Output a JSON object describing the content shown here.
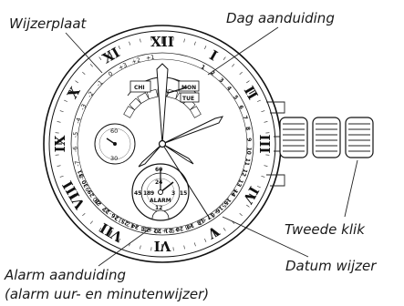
{
  "labels": {
    "dial": "Wijzerplaat",
    "day_indicator": "Dag aanduiding",
    "second_click": "Tweede klik",
    "date_hand": "Datum wijzer",
    "alarm_line1": "Alarm aanduiding",
    "alarm_line2": "(alarm uur- en minutenwijzer)"
  },
  "dial": {
    "roman_numerals": [
      "XII",
      "I",
      "II",
      "III",
      "IV",
      "V",
      "VI",
      "VII",
      "VIII",
      "IX",
      "X",
      "XI"
    ],
    "days": [
      "MON",
      "TUE",
      "CHI"
    ],
    "date_numbers": [
      "1",
      "2",
      "3",
      "4",
      "5",
      "6",
      "7",
      "8",
      "9",
      "10",
      "11",
      "12",
      "13",
      "14",
      "15",
      "16",
      "17",
      "18",
      "19",
      "20",
      "21",
      "22",
      "23",
      "24",
      "25",
      "26",
      "27",
      "28",
      "29",
      "30",
      "31"
    ],
    "time_zones": [
      "+1",
      "+2",
      "+3",
      "0",
      "-1",
      "-2",
      "-3",
      "-4",
      "-5",
      "-6",
      "-7",
      "-8",
      "-9",
      "-10",
      "-11",
      "-12",
      "+12",
      "+11",
      "+10",
      "+9",
      "+8",
      "+7",
      "+6",
      "+5",
      "+4"
    ],
    "left_subdial": [
      "60",
      "30"
    ],
    "bottom_subdial": [
      "60",
      "45",
      "15",
      "24",
      "18",
      "12",
      "ALARM",
      "3",
      "9"
    ]
  }
}
